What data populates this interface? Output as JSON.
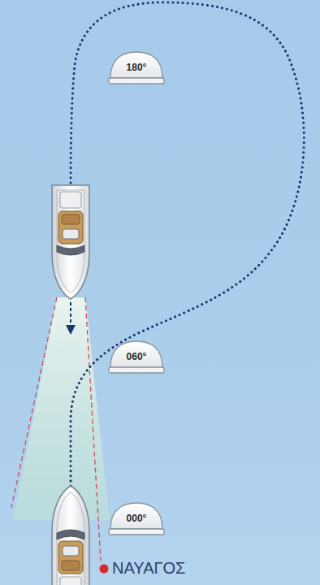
{
  "diagram": {
    "nodes": [
      {
        "text": [
          "180°"
        ]
      },
      {
        "text": [
          "060°"
        ]
      },
      {
        "text": [
          "000°"
        ]
      }
    ],
    "labels": [
      "ΝΑΥΑΓΟΣ"
    ]
  }
}
